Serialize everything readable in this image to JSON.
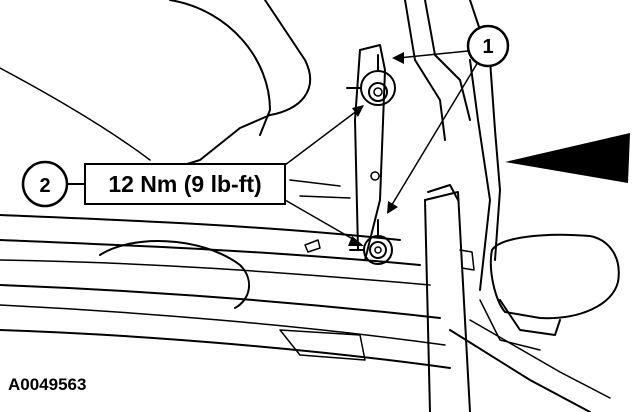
{
  "callouts": [
    {
      "number": "1"
    },
    {
      "number": "2"
    }
  ],
  "torque_spec": "12 Nm (9 lb-ft)",
  "figure_id": "A0049563"
}
